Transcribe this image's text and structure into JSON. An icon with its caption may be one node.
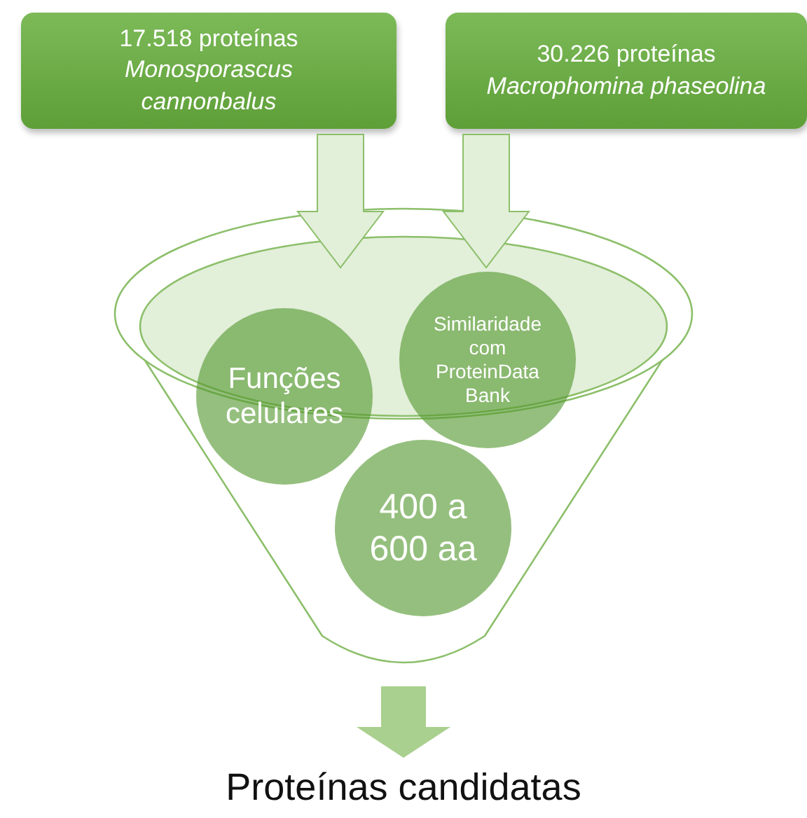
{
  "diagram": {
    "nodes": [
      {
        "text": [
          "17.518 proteínas",
          "Monosporascus cannonbalus"
        ]
      },
      {
        "text": [
          "30.226 proteínas",
          "Macrophomina phaseolina"
        ]
      },
      {
        "text": [],
        "shape": "funnel"
      },
      {
        "text": [
          "Funções celulares"
        ],
        "in": 2
      },
      {
        "text": [
          "Similaridade com ProteinData Bank"
        ]
      },
      {
        "text": [
          "400 a 600 aa"
        ],
        "in": 2
      },
      {
        "text": [
          "Proteínas candidatas"
        ]
      }
    ],
    "edges": [
      {
        "from": 0,
        "to": 2,
        "arrow": "to"
      },
      {
        "from": 1,
        "to": 2,
        "arrow": "to"
      },
      {
        "from": 2,
        "to": 6,
        "arrow": "to"
      }
    ]
  }
}
